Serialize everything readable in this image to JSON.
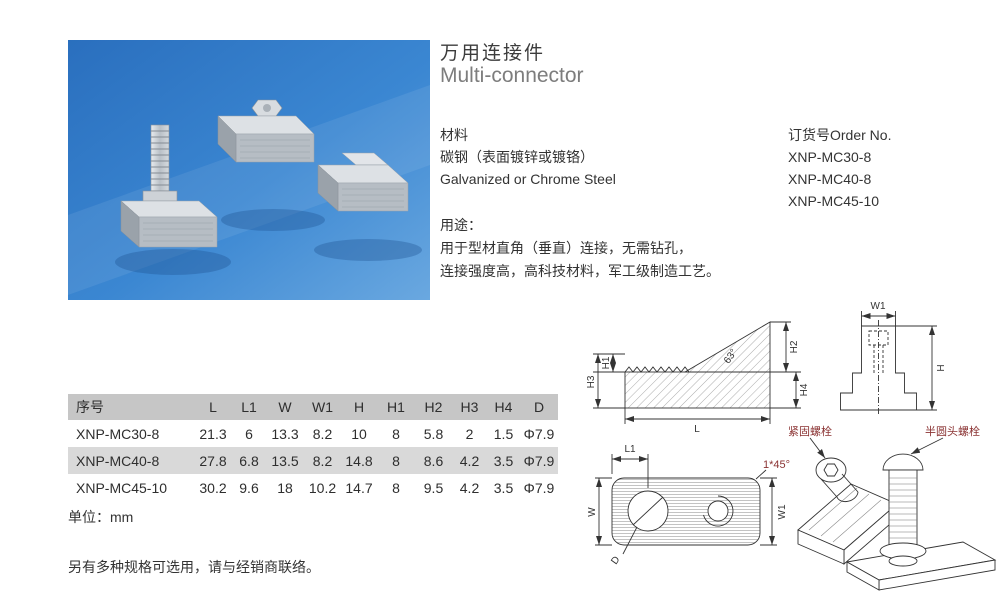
{
  "header": {
    "title_zh": "万用连接件",
    "title_en": "Multi-connector"
  },
  "material": {
    "heading": "材料",
    "line1": "碳钢（表面镀锌或镀铬）",
    "line2": "Galvanized or Chrome Steel"
  },
  "order": {
    "heading": "订货号Order No.",
    "item1": "XNP-MC30-8",
    "item2": "XNP-MC40-8",
    "item3": "XNP-MC45-10"
  },
  "usage": {
    "heading": "用途：",
    "line1": "用于型材直角（垂直）连接，无需钻孔，",
    "line2": "连接强度高，高科技材料，军工级制造工艺。"
  },
  "table": {
    "headers": [
      "序号",
      "L",
      "L1",
      "W",
      "W1",
      "H",
      "H1",
      "H2",
      "H3",
      "H4",
      "D"
    ],
    "rows": [
      [
        "XNP-MC30-8",
        "21.3",
        "6",
        "13.3",
        "8.2",
        "10",
        "8",
        "5.8",
        "2",
        "1.5",
        "Φ7.9"
      ],
      [
        "XNP-MC40-8",
        "27.8",
        "6.8",
        "13.5",
        "8.2",
        "14.8",
        "8",
        "8.6",
        "4.2",
        "3.5",
        "Φ7.9"
      ],
      [
        "XNP-MC45-10",
        "30.2",
        "9.6",
        "18",
        "10.2",
        "14.7",
        "8",
        "9.5",
        "4.2",
        "3.5",
        "Φ7.9"
      ]
    ],
    "unit": "单位：mm"
  },
  "note": "另有多种规格可选用，请与经销商联络。",
  "drawing": {
    "dims": {
      "L": "L",
      "L1": "L1",
      "W": "W",
      "W1": "W1",
      "H": "H",
      "H1": "H1",
      "H2": "H2",
      "H3": "H3",
      "H4": "H4",
      "D": "D"
    },
    "angle": "63°",
    "chamfer": "1*45°",
    "label_fastening_bolt": "紧固螺栓",
    "label_round_head_bolt": "半圆头螺栓"
  },
  "colors": {
    "photo_blue": "#2e7cc9",
    "table_header_bg": "#c6c6c6",
    "table_alt_row_bg": "#d9d9d9",
    "red_label": "#8b3333"
  }
}
